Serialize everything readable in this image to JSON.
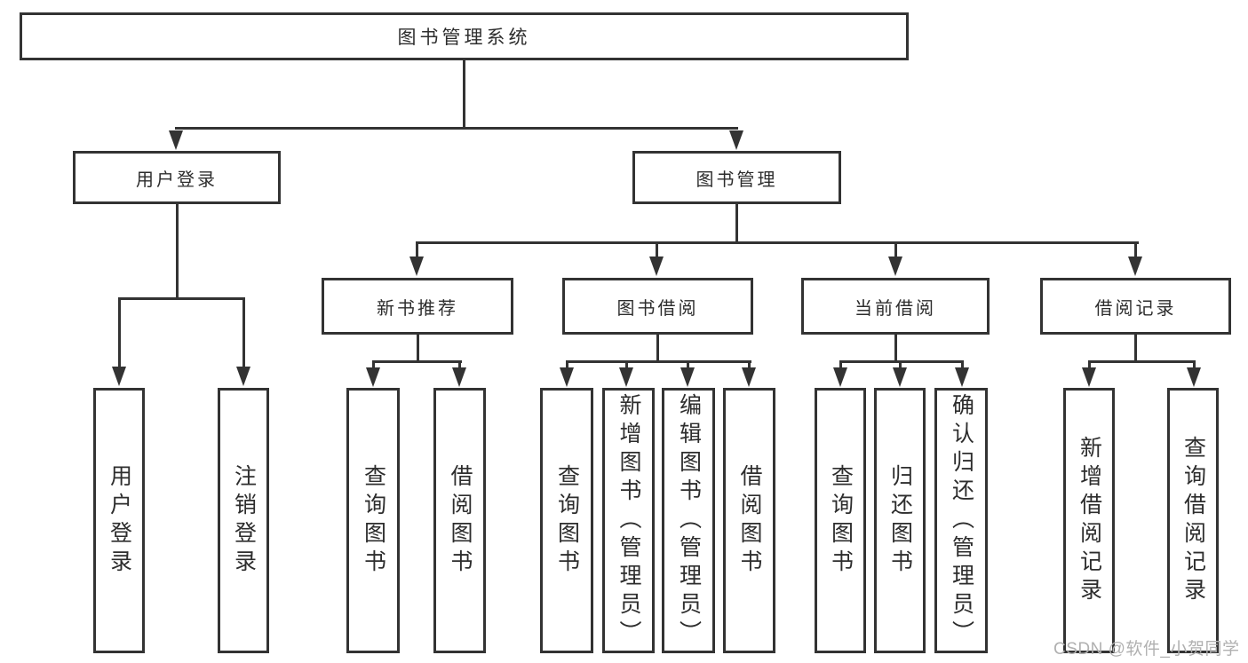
{
  "diagram": {
    "title": "图书管理系统",
    "level2": {
      "user_login": "用户登录",
      "book_mgmt": "图书管理"
    },
    "level3": {
      "new_books": "新书推荐",
      "book_borrow": "图书借阅",
      "current_borrow": "当前借阅",
      "borrow_records": "借阅记录"
    },
    "leaves": {
      "user_login": "用户登录",
      "logout": "注销登录",
      "nb_query_books": "查询图书",
      "nb_borrow_books": "借阅图书",
      "bb_query_books": "查询图书",
      "bb_add_books": "新增图书（管理员）",
      "bb_edit_books": "编辑图书（管理员）",
      "bb_borrow_books": "借阅图书",
      "cb_query_books": "查询图书",
      "cb_return_books": "归还图书",
      "cb_confirm_return": "确认归还（管理员）",
      "rec_add_record": "新增借阅记录",
      "rec_query_record": "查询借阅记录"
    },
    "watermark": "CSDN @软件_小贺同学",
    "colors": {
      "line": "#333333",
      "text": "#2d2d2d",
      "watermark": "#b0b0b0",
      "background": "#ffffff"
    }
  }
}
